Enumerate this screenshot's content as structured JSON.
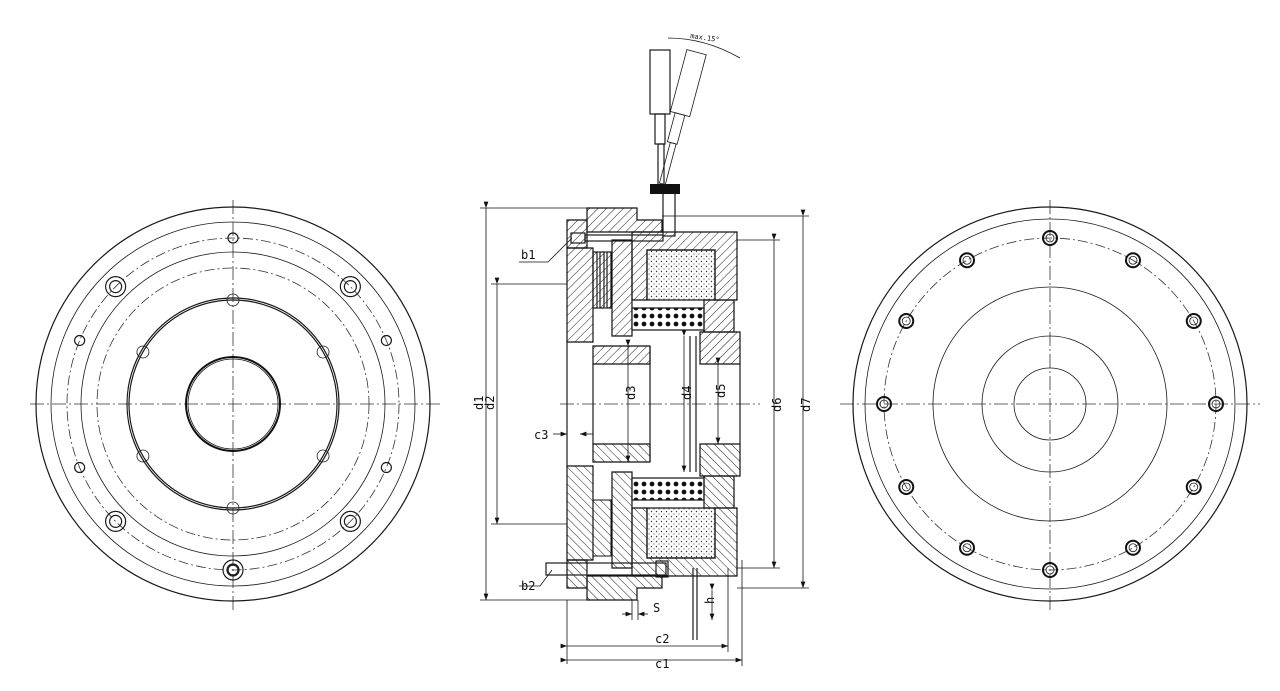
{
  "labels": {
    "d1": "d1",
    "d2": "d2",
    "d3": "d3",
    "d4": "d4",
    "d5": "d5",
    "d6": "d6",
    "d7": "d7",
    "c1": "c1",
    "c2": "c2",
    "c3": "c3",
    "b1": "b1",
    "b2": "b2",
    "s": "S",
    "h": "h",
    "angle": "max.15°"
  }
}
